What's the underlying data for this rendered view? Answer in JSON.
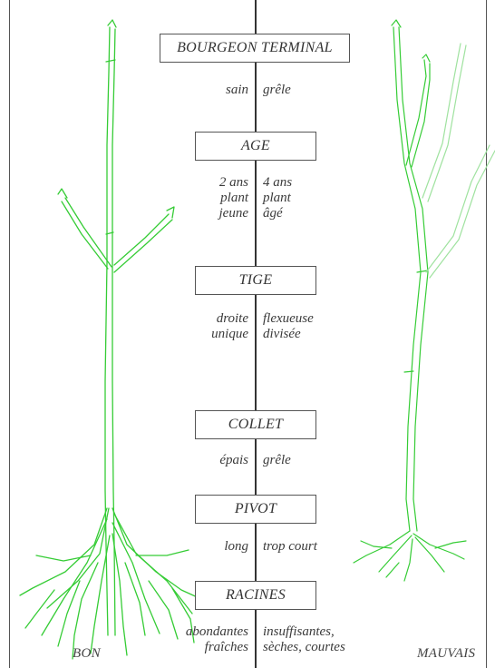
{
  "colors": {
    "plant": "#35cc35",
    "plant_faded": "#9fe29f",
    "line": "#333333"
  },
  "criteria": [
    {
      "label": "BOURGEON TERMINAL",
      "bon": [
        "sain"
      ],
      "mauvais": [
        "grêle"
      ]
    },
    {
      "label": "AGE",
      "bon": [
        "2 ans",
        "plant",
        "jeune"
      ],
      "mauvais": [
        "4 ans",
        "plant",
        "âgé"
      ]
    },
    {
      "label": "TIGE",
      "bon": [
        "droite",
        "unique"
      ],
      "mauvais": [
        "flexueuse",
        "divisée"
      ]
    },
    {
      "label": "COLLET",
      "bon": [
        "épais"
      ],
      "mauvais": [
        "grêle"
      ]
    },
    {
      "label": "PIVOT",
      "bon": [
        "long"
      ],
      "mauvais": [
        "trop court"
      ]
    },
    {
      "label": "RACINES",
      "bon": [
        "abondantes",
        "fraîches"
      ],
      "mauvais": [
        "insuffisantes,",
        "sèches, courtes"
      ]
    }
  ],
  "verdicts": {
    "good": "BON",
    "bad": "MAUVAIS"
  }
}
